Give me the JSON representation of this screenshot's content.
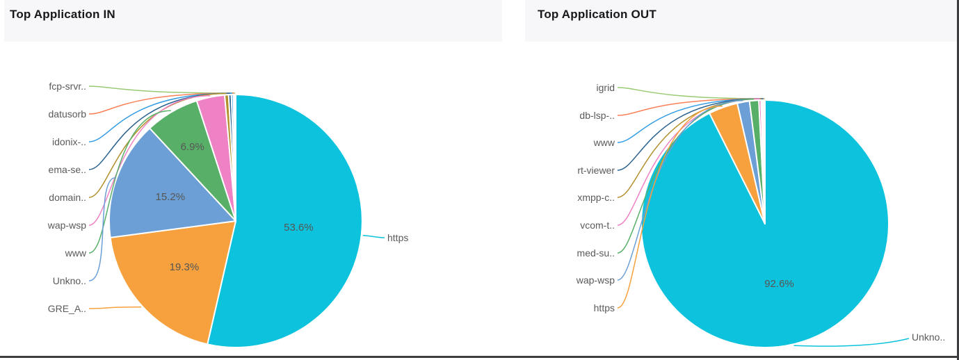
{
  "panels": [
    {
      "title": "Top Application IN"
    },
    {
      "title": "Top Application OUT"
    }
  ],
  "theme": {
    "header_bg": "#f7f7f9",
    "panel_bg": "#ffffff",
    "title_color": "#17181a",
    "label_color": "#595a5c",
    "percent_color": "#565656",
    "frame_border_color": "#3d3d3f",
    "slice_border_color": "#ffffff"
  },
  "chart_data": [
    {
      "type": "pie",
      "title": "Top Application IN",
      "unit": "percent",
      "legend_position": "labels-with-leader-lines",
      "slices": [
        {
          "label": "https",
          "value": 53.6,
          "pct_label": "53.6%",
          "color": "#0cc2dc"
        },
        {
          "label": "GRE_A..",
          "value": 19.3,
          "pct_label": "19.3%",
          "color": "#f6a13d"
        },
        {
          "label": "Unkno..",
          "value": 15.2,
          "pct_label": "15.2%",
          "color": "#6c9fd6"
        },
        {
          "label": "www",
          "value": 6.9,
          "pct_label": "6.9%",
          "color": "#58b068"
        },
        {
          "label": "wap-wsp",
          "value": 3.6,
          "pct_label": "",
          "color": "#ef82c5"
        },
        {
          "label": "domain..",
          "value": 0.5,
          "pct_label": "",
          "color": "#b2902e"
        },
        {
          "label": "ema-se..",
          "value": 0.35,
          "pct_label": "",
          "color": "#2a628f"
        },
        {
          "label": "idonix-..",
          "value": 0.25,
          "pct_label": "",
          "color": "#339de4"
        },
        {
          "label": "datusorb",
          "value": 0.15,
          "pct_label": "",
          "color": "#fb8058"
        },
        {
          "label": "fcp-srvr..",
          "value": 0.15,
          "pct_label": "",
          "color": "#9aca73"
        }
      ]
    },
    {
      "type": "pie",
      "title": "Top Application OUT",
      "unit": "percent",
      "legend_position": "labels-with-leader-lines",
      "slices": [
        {
          "label": "Unkno..",
          "value": 92.6,
          "pct_label": "92.6%",
          "color": "#0cc2dc"
        },
        {
          "label": "https",
          "value": 3.8,
          "pct_label": "",
          "color": "#f6a13d"
        },
        {
          "label": "wap-wsp",
          "value": 1.6,
          "pct_label": "",
          "color": "#6c9fd6"
        },
        {
          "label": "med-su..",
          "value": 1.2,
          "pct_label": "",
          "color": "#58b068"
        },
        {
          "label": "vcom-t..",
          "value": 0.3,
          "pct_label": "",
          "color": "#ef82c5"
        },
        {
          "label": "xmpp-c..",
          "value": 0.15,
          "pct_label": "",
          "color": "#b2902e"
        },
        {
          "label": "rt-viewer",
          "value": 0.12,
          "pct_label": "",
          "color": "#2a628f"
        },
        {
          "label": "www",
          "value": 0.1,
          "pct_label": "",
          "color": "#339de4"
        },
        {
          "label": "db-lsp-..",
          "value": 0.07,
          "pct_label": "",
          "color": "#fb8058"
        },
        {
          "label": "igrid",
          "value": 0.06,
          "pct_label": "",
          "color": "#9aca73"
        }
      ]
    }
  ]
}
